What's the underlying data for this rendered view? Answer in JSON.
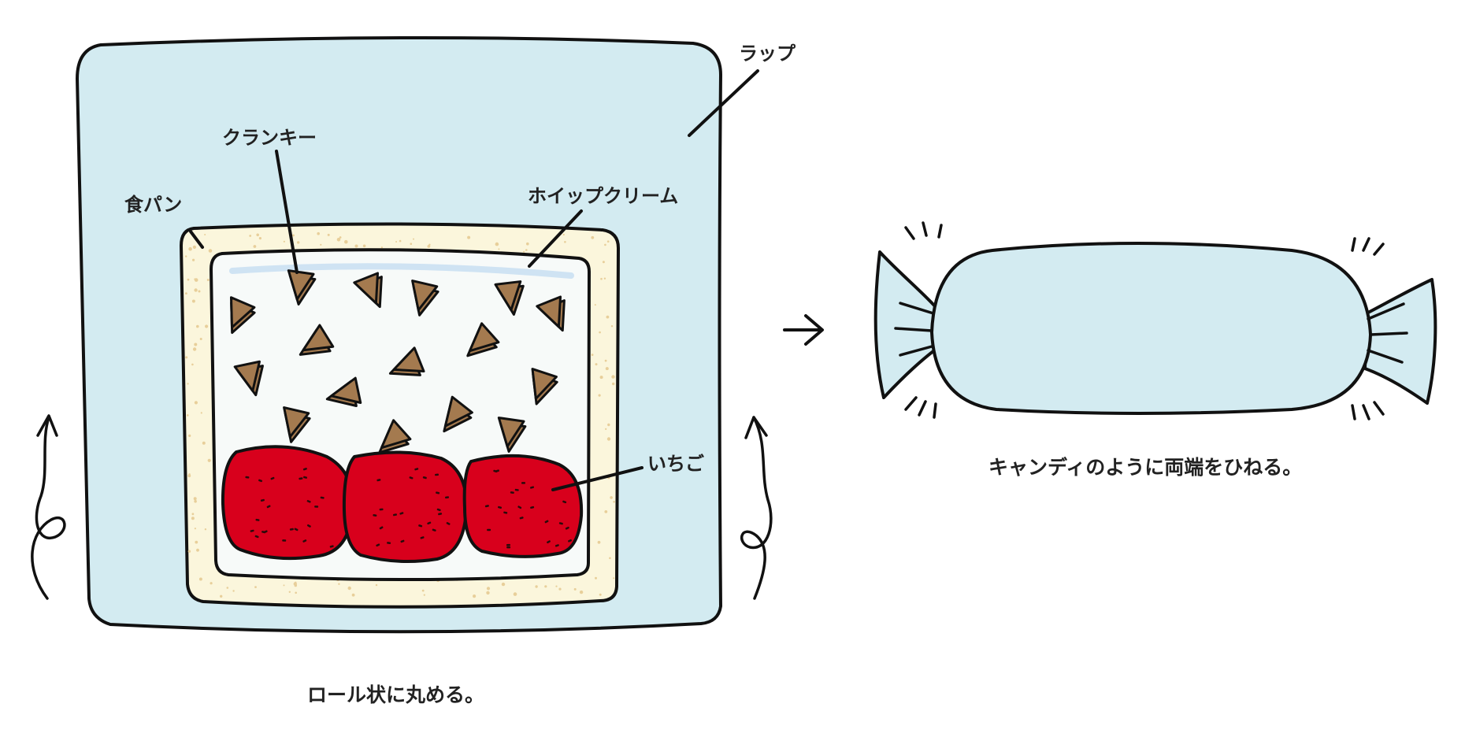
{
  "labels": {
    "wrap": "ラップ",
    "crunchy": "クランキー",
    "bread": "食パン",
    "whipped_cream": "ホイップクリーム",
    "strawberry": "いちご"
  },
  "captions": {
    "step1": "ロール状に丸める。",
    "step2": "キャンディのように両端をひねる。"
  },
  "colors": {
    "wrap": "#d3ebf1",
    "bread_crust": "#fbf6dc",
    "cream": "#f7faf9",
    "crunchy": "#a47a4f",
    "strawberry": "#d8001c",
    "outline": "#111111"
  },
  "icons": {
    "arrow": "right-arrow-icon",
    "roll_arrow": "curled-up-arrow-icon"
  }
}
